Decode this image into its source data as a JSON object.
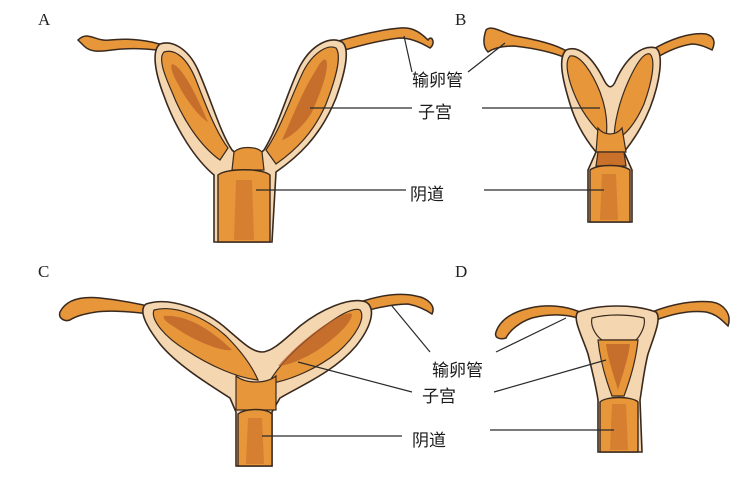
{
  "panels": [
    {
      "letter": "A",
      "labels": {
        "tube": "输卵管",
        "uterus": "子宫",
        "vagina": "阴道"
      }
    },
    {
      "letter": "B",
      "labels": {
        "tube": "输卵管",
        "uterus": "子宫",
        "vagina": "阴道"
      }
    },
    {
      "letter": "C",
      "labels": {
        "tube": "输卵管",
        "uterus": "子宫",
        "vagina": "阴道"
      }
    },
    {
      "letter": "D",
      "labels": {
        "tube": "输卵管",
        "uterus": "子宫",
        "vagina": "阴道"
      }
    }
  ],
  "shared_labels": {
    "top": {
      "tube": "输卵管",
      "uterus": "子宫",
      "vagina": "阴道"
    },
    "bottom": {
      "tube": "输卵管",
      "uterus": "子宫",
      "vagina": "阴道"
    }
  },
  "colors": {
    "tissue": "#e8963a",
    "tissue_dark": "#c9702a",
    "cavity": "#b85e28",
    "lining": "#f4d6b0",
    "outline": "#3a2a1e",
    "leader": "#2a2a2a"
  }
}
